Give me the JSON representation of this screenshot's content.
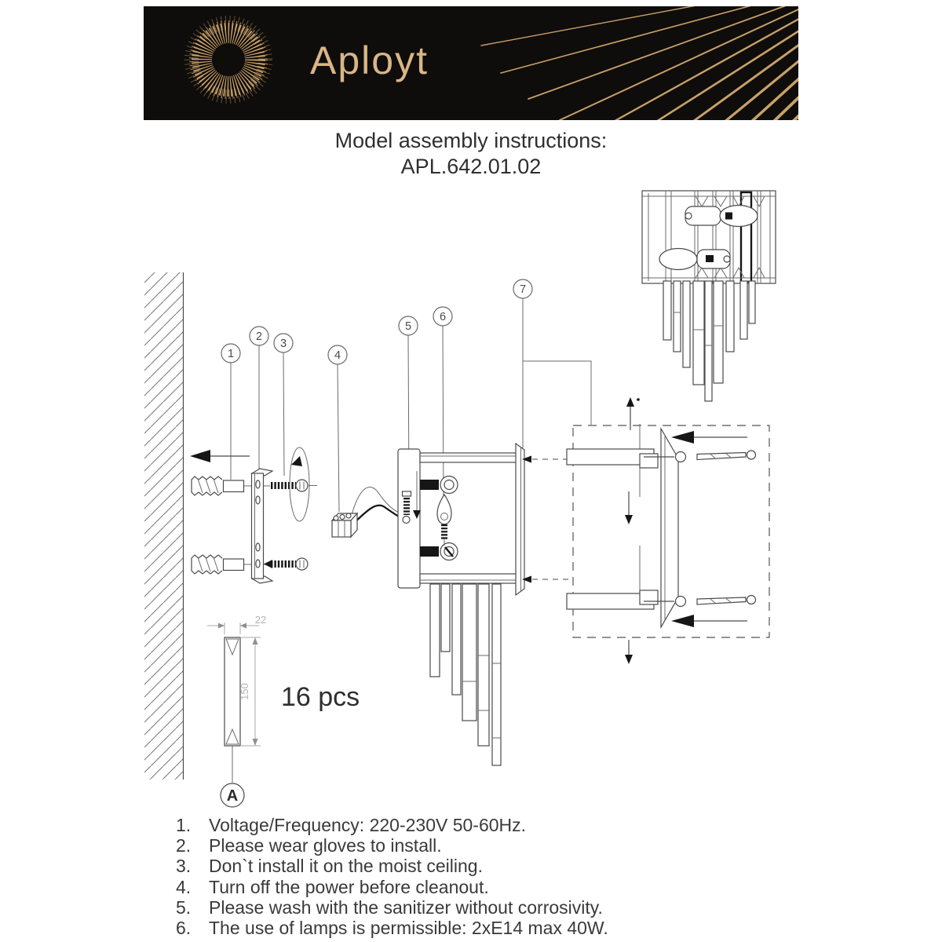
{
  "header": {
    "brand": "Aployt",
    "banner_bg": "#0f0d0b",
    "accent_gold": "#c9a169",
    "icons": {
      "logo": "starburst-icon",
      "decor": "sunray-lines-icon"
    }
  },
  "title": {
    "line1": "Model assembly instructions:",
    "line2": "APL.642.01.02"
  },
  "diagram": {
    "line_color": "#4a4a4a",
    "callouts": [
      "1",
      "2",
      "3",
      "4",
      "5",
      "6",
      "7"
    ],
    "detail": {
      "width_dim": "22",
      "height_dim": "150",
      "qty": "16 pcs",
      "label": "A"
    }
  },
  "instructions": {
    "items": [
      {
        "num": "1.",
        "text": "Voltage/Frequency: 220-230V 50-60Hz."
      },
      {
        "num": "2.",
        "text": "Please wear gloves to install."
      },
      {
        "num": "3.",
        "text": "Don`t install it on the moist ceiling."
      },
      {
        "num": "4.",
        "text": "Turn off the power before cleanout."
      },
      {
        "num": "5.",
        "text": "Please wash with the sanitizer without corrosivity."
      },
      {
        "num": "6.",
        "text": "The use of lamps is permissible: 2xE14 max 40W."
      }
    ]
  }
}
